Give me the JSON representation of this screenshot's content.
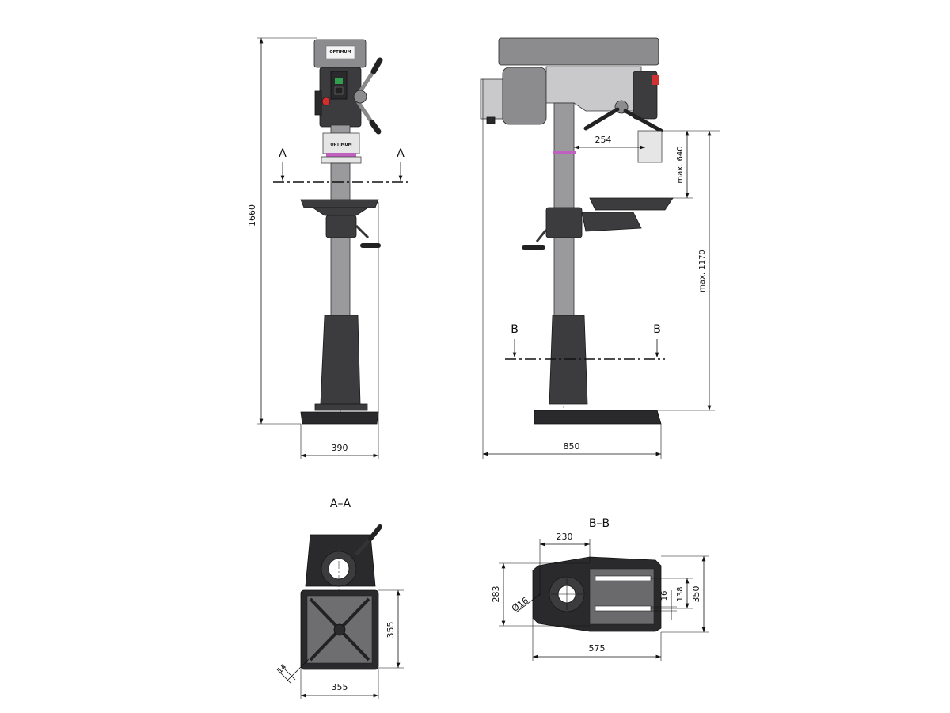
{
  "brand_logo": "OPTIMUM",
  "front_view": {
    "section_mark_left": "A",
    "section_mark_right": "A",
    "dim_height": "1660",
    "dim_width": "390"
  },
  "side_view": {
    "section_mark_left": "B",
    "section_mark_right": "B",
    "dim_throat": "254",
    "dim_spindle_table": "max. 640",
    "dim_spindle_base": "max. 1170",
    "dim_depth": "850"
  },
  "section_a": {
    "title": "A–A",
    "dim_table_height": "355",
    "dim_table_width": "355",
    "dim_slot": "14"
  },
  "section_b": {
    "title": "B–B",
    "dim_hole_offset": "230",
    "dim_hole_spacing": "283",
    "dim_hole_dia": "Ø16",
    "dim_slot_width": "16",
    "dim_slot_spacing": "138",
    "dim_base_width": "350",
    "dim_base_length": "575"
  },
  "colors": {
    "accent_band": "#c060c0",
    "switch_red": "#d03030",
    "switch_green": "#30a050"
  }
}
